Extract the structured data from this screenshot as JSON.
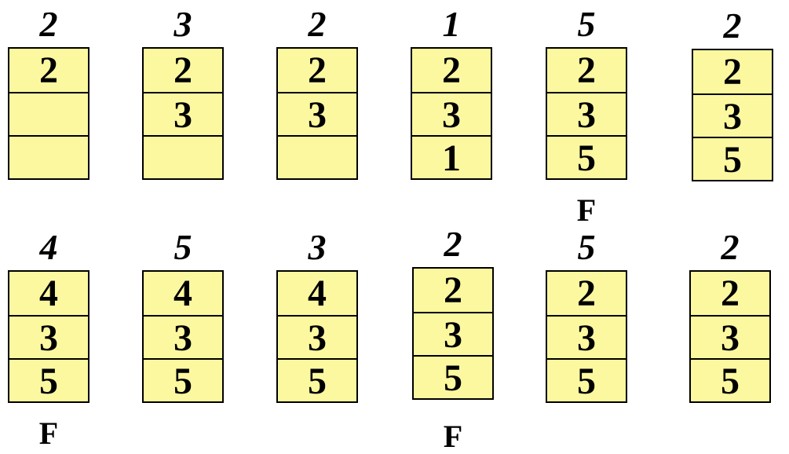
{
  "steps": [
    {
      "ref": "2",
      "frames": [
        "2",
        "",
        ""
      ],
      "fault": ""
    },
    {
      "ref": "3",
      "frames": [
        "2",
        "3",
        ""
      ],
      "fault": ""
    },
    {
      "ref": "2",
      "frames": [
        "2",
        "3",
        ""
      ],
      "fault": ""
    },
    {
      "ref": "1",
      "frames": [
        "2",
        "3",
        "1"
      ],
      "fault": ""
    },
    {
      "ref": "5",
      "frames": [
        "2",
        "3",
        "5"
      ],
      "fault": "F"
    },
    {
      "ref": "2",
      "frames": [
        "2",
        "3",
        "5"
      ],
      "fault": ""
    },
    {
      "ref": "4",
      "frames": [
        "4",
        "3",
        "5"
      ],
      "fault": "F"
    },
    {
      "ref": "5",
      "frames": [
        "4",
        "3",
        "5"
      ],
      "fault": ""
    },
    {
      "ref": "3",
      "frames": [
        "4",
        "3",
        "5"
      ],
      "fault": ""
    },
    {
      "ref": "2",
      "frames": [
        "2",
        "3",
        "5"
      ],
      "fault": "F"
    },
    {
      "ref": "5",
      "frames": [
        "2",
        "3",
        "5"
      ],
      "fault": ""
    },
    {
      "ref": "2",
      "frames": [
        "2",
        "3",
        "5"
      ],
      "fault": ""
    }
  ]
}
